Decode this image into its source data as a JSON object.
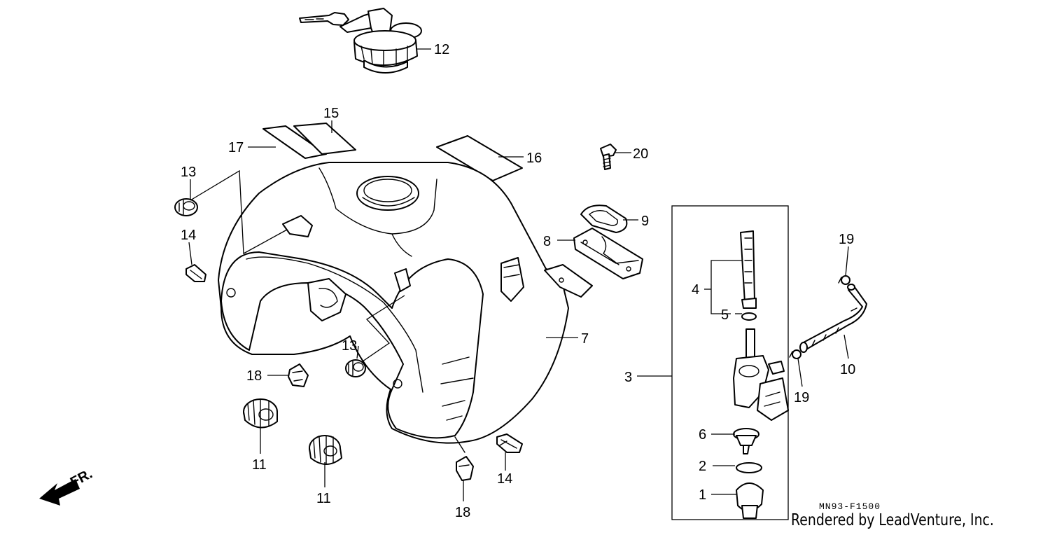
{
  "diagram": {
    "labels": {
      "p1": "1",
      "p2": "2",
      "p3": "3",
      "p4": "4",
      "p5": "5",
      "p6": "6",
      "p7": "7",
      "p8": "8",
      "p9": "9",
      "p10": "10",
      "p11a": "11",
      "p11b": "11",
      "p12": "12",
      "p13a": "13",
      "p13b": "13",
      "p14a": "14",
      "p14b": "14",
      "p15": "15",
      "p16": "16",
      "p17": "17",
      "p18a": "18",
      "p18b": "18",
      "p19a": "19",
      "p19b": "19",
      "p20": "20"
    },
    "front_indicator": "FR.",
    "diagram_code": "MN93-F1500",
    "credit": "Rendered by LeadVenture, Inc."
  }
}
